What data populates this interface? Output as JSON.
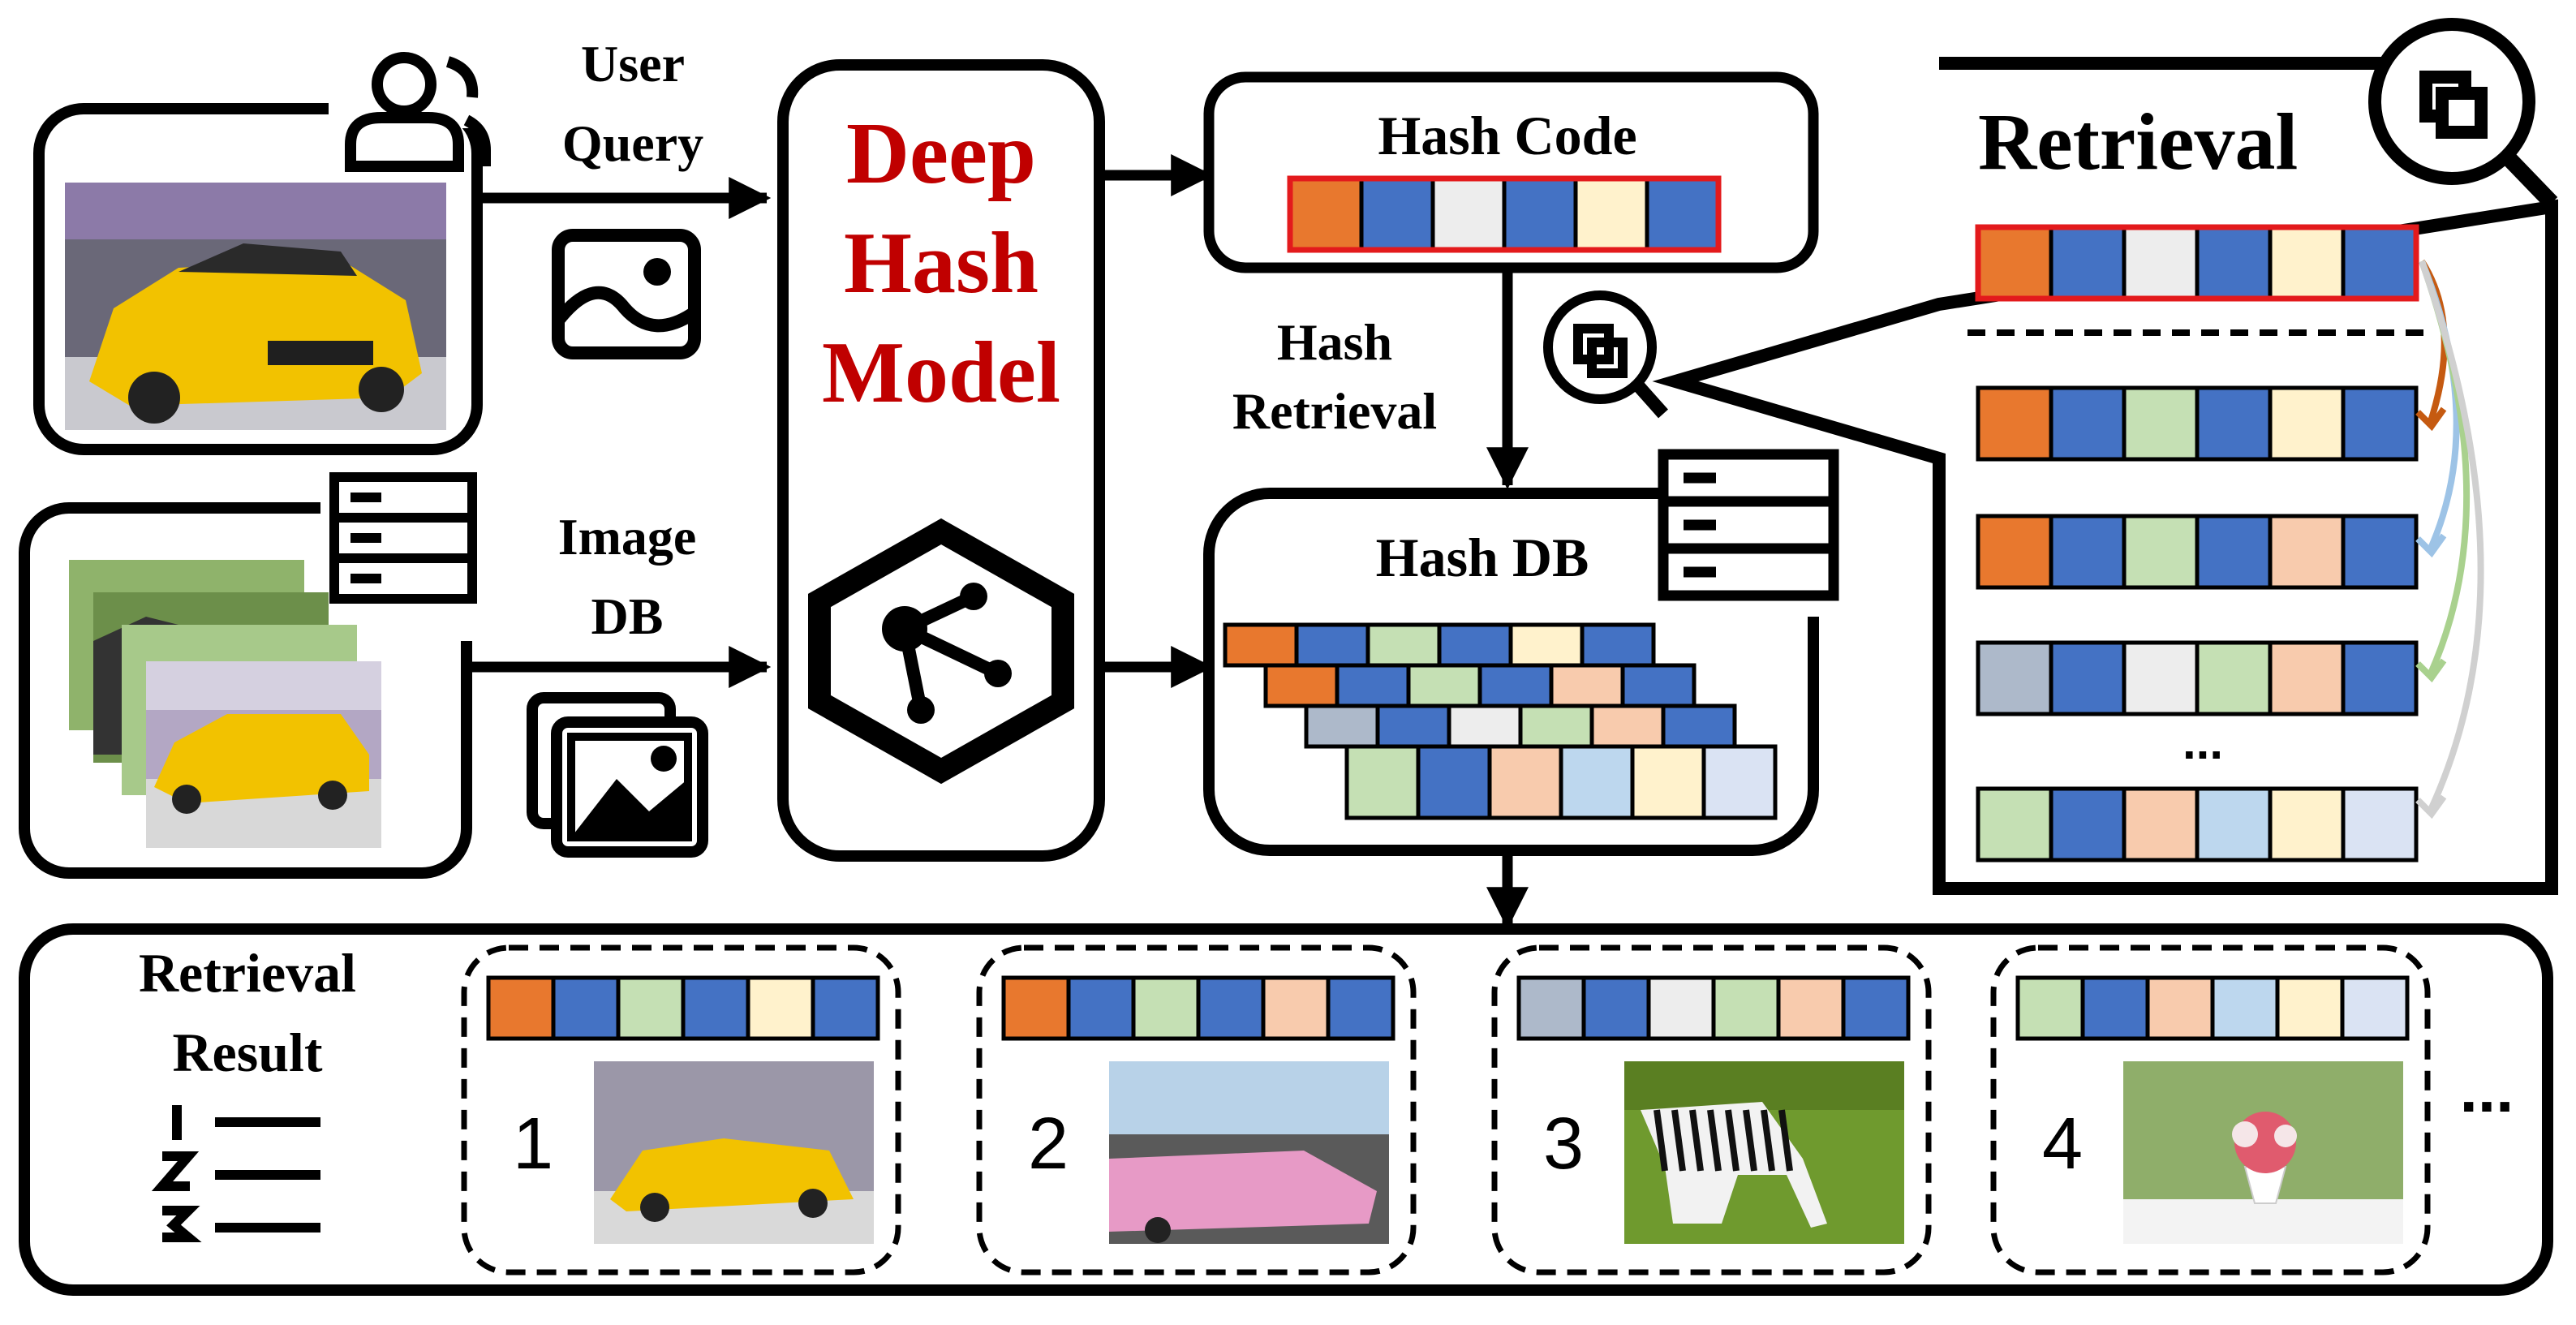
{
  "labels": {
    "user_query": [
      "User",
      "Query"
    ],
    "image_db": [
      "Image",
      "DB"
    ],
    "model": [
      "Deep",
      "Hash",
      "Model"
    ],
    "hash_code": "Hash Code",
    "hash_retrieval": [
      "Hash",
      "Retrieval"
    ],
    "hash_db": "Hash DB",
    "retrieval": "Retrieval",
    "retrieval_result": [
      "Retrieval",
      "Result"
    ],
    "list_ellipsis": "...",
    "result_ellipsis": "..."
  },
  "colors": {
    "orange": "#E8782E",
    "blue": "#4472C4",
    "light_gray": "#EDEDED",
    "cream": "#FFF2CC",
    "green": "#C5E0B4",
    "peach": "#F8CBAD",
    "slate": "#ADB9CA",
    "light_blue": "#BDD7EE",
    "pale_blue": "#DAE3F3",
    "model_text": "#C00000",
    "query_border": "#E31A1C",
    "arc_orange": "#C55A11",
    "arc_blue": "#9DC3E6",
    "arc_green": "#A9D18E",
    "arc_gray": "#D0D0D0"
  },
  "hash_codes": {
    "query": [
      "orange",
      "blue",
      "light_gray",
      "blue",
      "cream",
      "blue"
    ],
    "db": [
      [
        "orange",
        "blue",
        "green",
        "blue",
        "cream",
        "blue"
      ],
      [
        "orange",
        "blue",
        "green",
        "blue",
        "peach",
        "blue"
      ],
      [
        "slate",
        "blue",
        "light_gray",
        "green",
        "peach",
        "blue"
      ],
      [
        "green",
        "blue",
        "peach",
        "light_blue",
        "cream",
        "pale_blue"
      ]
    ]
  },
  "results": [
    {
      "rank": "1",
      "code": [
        "orange",
        "blue",
        "green",
        "blue",
        "cream",
        "blue"
      ],
      "thumb": "yellow-car-showroom"
    },
    {
      "rank": "2",
      "code": [
        "orange",
        "blue",
        "green",
        "blue",
        "peach",
        "blue"
      ],
      "thumb": "pink-cadillac"
    },
    {
      "rank": "3",
      "code": [
        "slate",
        "blue",
        "light_gray",
        "green",
        "peach",
        "blue"
      ],
      "thumb": "zebra-grazing"
    },
    {
      "rank": "4",
      "code": [
        "green",
        "blue",
        "peach",
        "light_blue",
        "cream",
        "pale_blue"
      ],
      "thumb": "flower-vase"
    }
  ],
  "icons": [
    "user-icon",
    "image-icon",
    "images-stack-icon",
    "database-icon",
    "network-hexagon-icon",
    "search-copy-icon",
    "ranked-list-icon"
  ]
}
